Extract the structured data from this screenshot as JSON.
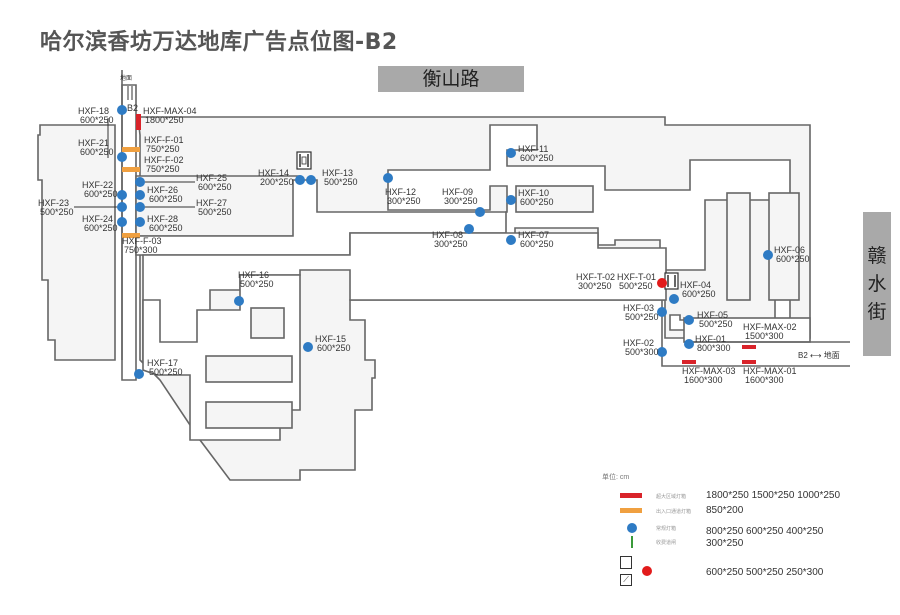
{
  "title": "哈尔滨香坊万达地库广告点位图-B2",
  "streets": {
    "top": "衡山路",
    "right": [
      "赣",
      "水",
      "街"
    ]
  },
  "exits": {
    "top_ground": "地面",
    "top_b2": "B2",
    "right_label": "B2 ⟷ 地面"
  },
  "colors": {
    "regular": "#2e7bc4",
    "max_box": "#d9232a",
    "entrance_box": "#f0a040",
    "wall": "#666666",
    "floor": "#f5f5f5",
    "barrier": "#3a9a3a"
  },
  "points": [
    {
      "id": "HXF-18",
      "size": "600*250",
      "type": "regular"
    },
    {
      "id": "HXF-21",
      "size": "600*250",
      "type": "regular"
    },
    {
      "id": "HXF-22",
      "size": "600*250",
      "type": "regular"
    },
    {
      "id": "HXF-23",
      "size": "500*250",
      "type": "regular"
    },
    {
      "id": "HXF-24",
      "size": "600*250",
      "type": "regular"
    },
    {
      "id": "HXF-25",
      "size": "600*250",
      "type": "regular"
    },
    {
      "id": "HXF-26",
      "size": "600*250",
      "type": "regular"
    },
    {
      "id": "HXF-27",
      "size": "500*250",
      "type": "regular"
    },
    {
      "id": "HXF-28",
      "size": "600*250",
      "type": "regular"
    },
    {
      "id": "HXF-MAX-04",
      "size": "1800*250",
      "type": "max"
    },
    {
      "id": "HXF-F-01",
      "size": "750*250",
      "type": "entrance"
    },
    {
      "id": "HXF-F-02",
      "size": "750*250",
      "type": "entrance"
    },
    {
      "id": "HXF-F-03",
      "size": "750*300",
      "type": "entrance"
    },
    {
      "id": "HXF-14",
      "size": "200*250",
      "type": "regular"
    },
    {
      "id": "HXF-13",
      "size": "500*250",
      "type": "regular"
    },
    {
      "id": "HXF-12",
      "size": "300*250",
      "type": "regular"
    },
    {
      "id": "HXF-09",
      "size": "300*250",
      "type": "regular"
    },
    {
      "id": "HXF-08",
      "size": "300*250",
      "type": "regular"
    },
    {
      "id": "HXF-11",
      "size": "600*250",
      "type": "regular"
    },
    {
      "id": "HXF-10",
      "size": "600*250",
      "type": "regular"
    },
    {
      "id": "HXF-07",
      "size": "600*250",
      "type": "regular"
    },
    {
      "id": "HXF-06",
      "size": "600*250",
      "type": "regular"
    },
    {
      "id": "HXF-16",
      "size": "500*250",
      "type": "regular"
    },
    {
      "id": "HXF-15",
      "size": "600*250",
      "type": "regular"
    },
    {
      "id": "HXF-17",
      "size": "500*250",
      "type": "regular"
    },
    {
      "id": "HXF-T-02",
      "size": "300*250",
      "type": "elevator"
    },
    {
      "id": "HXF-T-01",
      "size": "500*250",
      "type": "elevator"
    },
    {
      "id": "HXF-04",
      "size": "600*250",
      "type": "regular"
    },
    {
      "id": "HXF-03",
      "size": "500*250",
      "type": "regular"
    },
    {
      "id": "HXF-02",
      "size": "500*300",
      "type": "regular"
    },
    {
      "id": "HXF-05",
      "size": "500*250",
      "type": "regular"
    },
    {
      "id": "HXF-01",
      "size": "800*300",
      "type": "regular"
    },
    {
      "id": "HXF-MAX-02",
      "size": "1500*300",
      "type": "max"
    },
    {
      "id": "HXF-MAX-03",
      "size": "1600*300",
      "type": "max"
    },
    {
      "id": "HXF-MAX-01",
      "size": "1600*300",
      "type": "max"
    }
  ],
  "legend": {
    "unit": "单位: cm",
    "rows": [
      {
        "symbol": "red-bar",
        "desc": "超大区域灯箱",
        "values": "1800*250   1500*250   1000*250"
      },
      {
        "symbol": "orange-bar",
        "desc": "出入口通道灯箱",
        "values": "850*200"
      },
      {
        "symbol": "blue-dot",
        "desc": "常规灯箱",
        "values": "800*250   600*250   400*250"
      },
      {
        "symbol": "green-barrier",
        "desc": "收费道闸",
        "values": "300*250"
      },
      {
        "symbol": "elevator-red-dot",
        "desc": "",
        "values": "600*250   500*250   250*300"
      }
    ]
  }
}
